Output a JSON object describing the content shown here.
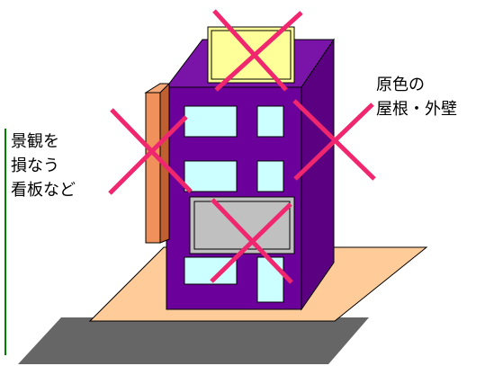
{
  "labels": {
    "signboards": {
      "line1": "景観を",
      "line2": "損なう",
      "line3": "看板など"
    },
    "colors": {
      "line1": "原色の",
      "line2": "屋根・外壁"
    }
  },
  "colors": {
    "building_front": "#6b009b",
    "building_side": "#5a0080",
    "building_top": "#7a14a8",
    "window": "#ccffff",
    "rooftop_sign": "#ffff99",
    "side_sign": "#f0905a",
    "front_sign": "#c0c0c0",
    "ground": "#ffcc99",
    "road": "#666666",
    "cross_mark": "#f0266e",
    "guide_line": "#008000",
    "outline": "#000000"
  },
  "icons": {
    "building": "building-illustration-icon",
    "cross": "x-cross-mark-icon"
  }
}
